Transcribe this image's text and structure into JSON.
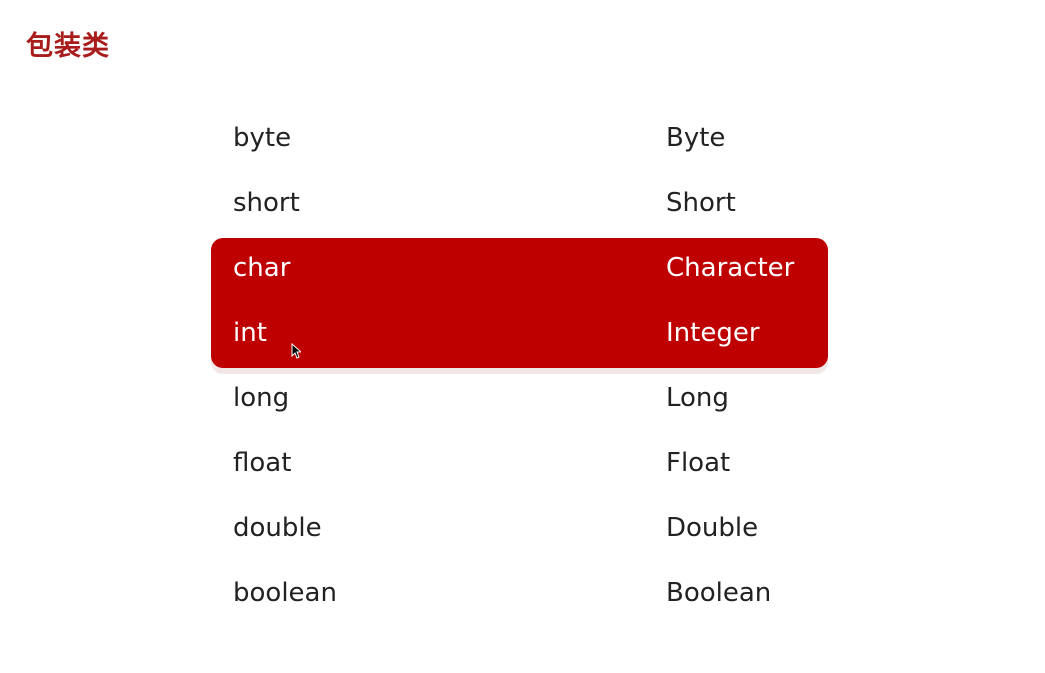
{
  "page_title": "包装类",
  "rows": [
    {
      "primitive": "byte",
      "wrapper": "Byte",
      "highlighted": false
    },
    {
      "primitive": "short",
      "wrapper": "Short",
      "highlighted": false
    },
    {
      "primitive": "char",
      "wrapper": "Character",
      "highlighted": true
    },
    {
      "primitive": "int",
      "wrapper": "Integer",
      "highlighted": true
    },
    {
      "primitive": "long",
      "wrapper": "Long",
      "highlighted": false
    },
    {
      "primitive": "float",
      "wrapper": "Float",
      "highlighted": false
    },
    {
      "primitive": "double",
      "wrapper": "Double",
      "highlighted": false
    },
    {
      "primitive": "boolean",
      "wrapper": "Boolean",
      "highlighted": false
    }
  ],
  "colors": {
    "title": "#a81c1c",
    "highlight_bg": "#bf0000",
    "text": "#222222",
    "highlight_text": "#ffffff"
  },
  "icons": {
    "cursor": "mouse-pointer-icon"
  }
}
